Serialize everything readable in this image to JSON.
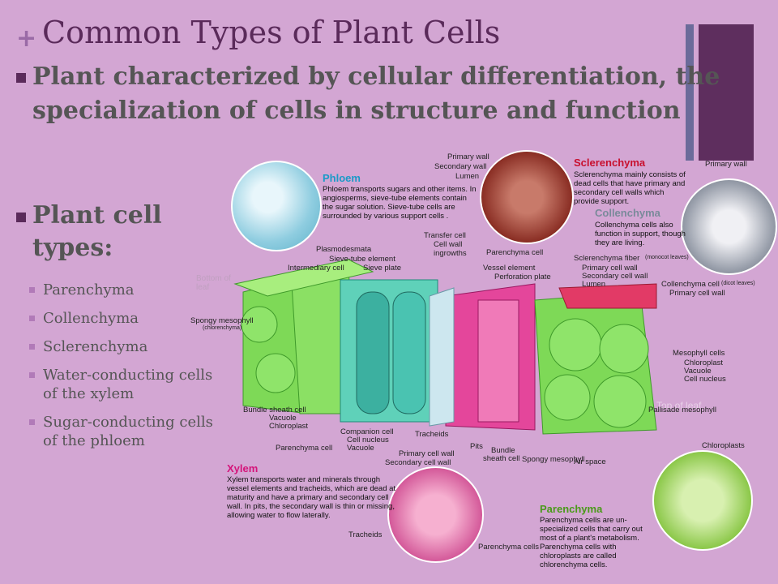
{
  "title": "Common Types of Plant Cells",
  "plus": "+",
  "bullet1": "Plant characterized by cellular differentiation, the specialization of cells in structure and function",
  "bullet2": "Plant cell types:",
  "sub_items": [
    "Parenchyma",
    "Collenchyma",
    "Sclerenchyma",
    "Water-conducting cells of the xylem",
    "Sugar-conducting cells of the phloem"
  ],
  "figure": {
    "phloem_title": "Phloem",
    "phloem_desc": "Phloem transports sugars and other items. In angiosperms, sieve-tube elements contain the sugar solution. Sieve-tube cells are surrounded by various support cells .",
    "scl_title": "Sclerenchyma",
    "scl_desc": "Sclerenchyma mainly consists of dead cells that have primary and secondary cell walls which provide support.",
    "col_title": "Collenchyma",
    "col_desc": "Collenchyma cells also function in support, though they are living.",
    "xylem_title": "Xylem",
    "xylem_desc": "Xylem transports water and minerals through vessel elements and tracheids, which are dead at maturity and have a primary and secondary cell wall. In pits, the secondary wall is thin or missing, allowing water to flow laterally.",
    "par_title": "Parenchyma",
    "par_desc": "Parenchyma cells are un-specialized cells that carry out most of a plant's metabolism. Parenchyma cells with chloroplasts are called chlorenchyma cells.",
    "bottom_leaf": "Bottom of leaf",
    "top_leaf": "Top of leaf",
    "labels": {
      "primary_wall": "Primary wall",
      "secondary_wall": "Secondary wall",
      "lumen": "Lumen",
      "primary_wall_r": "Primary wall",
      "plasmodesmata": "Plasmodesmata",
      "sieve_tube": "Sieve-tube element",
      "sieve_plate": "Sieve plate",
      "intermediary": "Intermediary cell",
      "transfer": "Transfer cell",
      "ingrowths": "Cell wall ingrowths",
      "parenchyma_cell_top": "Parenchyma cell",
      "vessel": "Vessel element",
      "perforation": "Perforation plate",
      "scl_fiber": "Sclerenchyma fiber",
      "monocot": "(monocot leaves)",
      "primary_cw": "Primary cell wall",
      "secondary_cw": "Secondary cell wall",
      "lumen2": "Lumen",
      "coll_cell": "Collenchyma cell",
      "dicot": "(dicot leaves)",
      "primary_cw2": "Primary cell wall",
      "spongy": "Spongy mesophyll",
      "chlorenchyma": "(chlorenchyma)",
      "mesophyll": "Mesophyll cells",
      "chloroplast": "Chloroplast",
      "vacuole": "Vacuole",
      "nucleus": "Cell nucleus",
      "bundle_sheath": "Bundle sheath cell",
      "vacuole2": "Vacuole",
      "chloroplast2": "Chloroplast",
      "companion": "Companion cell",
      "nucleus2": "Cell nucleus",
      "vacuole3": "Vacuole",
      "tracheids": "Tracheids",
      "pits": "Pits",
      "parenchyma_cell": "Parenchyma cell",
      "primary_cw3": "Primary cell wall",
      "secondary_cw3": "Secondary cell wall",
      "bundle2": "Bundle",
      "sheath2": "sheath cell",
      "spongy2": "Spongy mesophyll",
      "air_space": "Air space",
      "pallisade": "Pallisade mesophyll",
      "chloroplasts": "Chloroplasts",
      "tracheids2": "Tracheids",
      "parenchyma_cells": "Parenchyma cells"
    }
  }
}
